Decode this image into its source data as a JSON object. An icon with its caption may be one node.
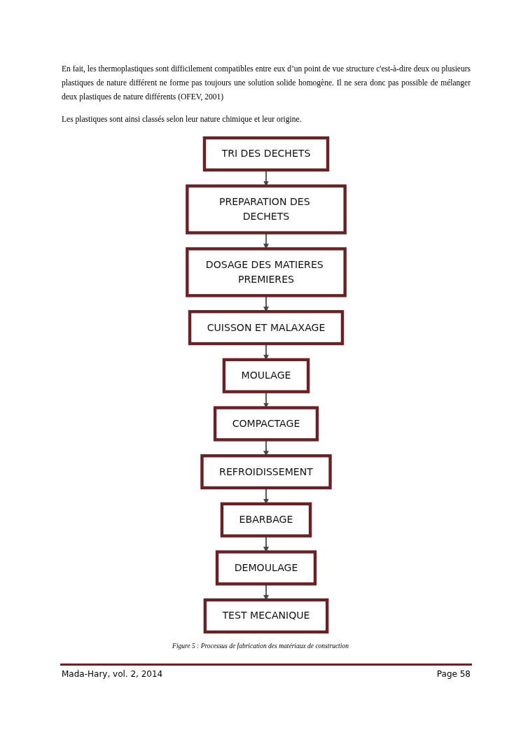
{
  "diagram": {
    "caption": "Figure 5 : Processus de fabrication des matériaux de construction",
    "nodes": [
      {
        "text": [
          "TRI DES DECHETS"
        ]
      },
      {
        "text": [
          "PREPARATION DES DECHETS"
        ]
      },
      {
        "text": [
          "DOSAGE DES MATIERES PREMIERES"
        ]
      },
      {
        "text": [
          "CUISSON ET MALAXAGE"
        ]
      },
      {
        "text": [
          "MOULAGE"
        ]
      },
      {
        "text": [
          "COMPACTAGE"
        ]
      },
      {
        "text": [
          "REFROIDISSEMENT"
        ]
      },
      {
        "text": [
          "EBARBAGE"
        ]
      },
      {
        "text": [
          "DEMOULAGE"
        ]
      },
      {
        "text": [
          "TEST MECANIQUE"
        ]
      }
    ],
    "edges": [
      {
        "from": 0,
        "to": 1,
        "arrow": "to"
      },
      {
        "from": 1,
        "to": 2,
        "arrow": "to"
      },
      {
        "from": 2,
        "to": 3,
        "arrow": "to"
      },
      {
        "from": 3,
        "to": 4,
        "arrow": "to"
      },
      {
        "from": 4,
        "to": 5,
        "arrow": "to"
      },
      {
        "from": 5,
        "to": 6,
        "arrow": "to"
      },
      {
        "from": 6,
        "to": 7,
        "arrow": "to"
      },
      {
        "from": 7,
        "to": 8,
        "arrow": "to"
      },
      {
        "from": 8,
        "to": 9,
        "arrow": "to"
      }
    ],
    "labels": [
      "En fait, les thermoplastiques sont difficilement compatibles entre eux d’un point de vue structure c'est-à-dire deux ou plusieurs plastiques de nature différent ne forme pas toujours une solution solide homogène. Il ne sera donc pas possible de mélanger deux  plastiques de nature différents (OFEV, 2001)",
      "Les plastiques sont ainsi classés selon leur nature chimique et leur origine.",
      "Mada-Hary, vol. 2, 2014",
      "Page 58"
    ]
  }
}
